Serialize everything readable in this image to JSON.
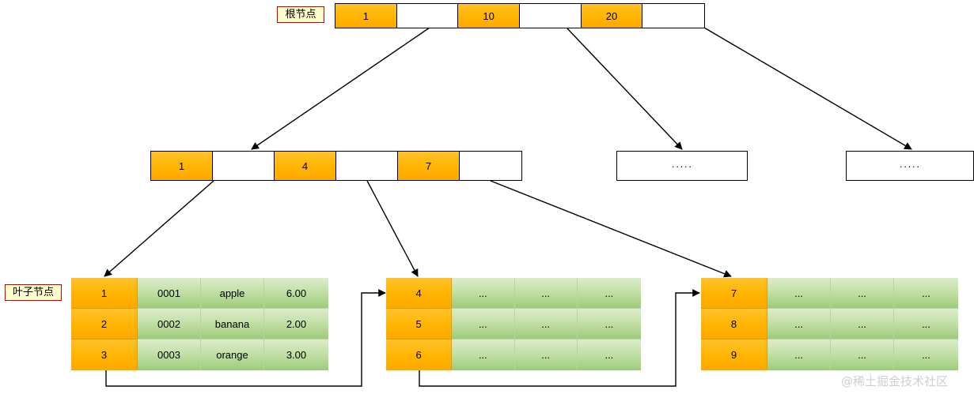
{
  "diagram": {
    "title_labels": {
      "root_label": "根节点",
      "leaf_label": "叶子节点"
    },
    "watermark": "@稀土掘金技术社区",
    "root_node": {
      "cells": [
        {
          "text": "1",
          "type": "key"
        },
        {
          "text": "",
          "type": "ptr"
        },
        {
          "text": "10",
          "type": "key"
        },
        {
          "text": "",
          "type": "ptr"
        },
        {
          "text": "20",
          "type": "key"
        },
        {
          "text": "",
          "type": "ptr"
        }
      ]
    },
    "internal_nodes": [
      {
        "name": "internal-node-1",
        "cells": [
          {
            "text": "1",
            "type": "key"
          },
          {
            "text": "",
            "type": "ptr"
          },
          {
            "text": "4",
            "type": "key"
          },
          {
            "text": "",
            "type": "ptr"
          },
          {
            "text": "7",
            "type": "key"
          },
          {
            "text": "",
            "type": "ptr"
          }
        ]
      }
    ],
    "ellipsis_nodes": [
      {
        "name": "internal-node-2",
        "text": "·····"
      },
      {
        "name": "internal-node-3",
        "text": "·····"
      }
    ],
    "leaf_nodes": [
      {
        "name": "leaf-node-1",
        "rows": [
          [
            "1",
            "0001",
            "apple",
            "6.00"
          ],
          [
            "2",
            "0002",
            "banana",
            "2.00"
          ],
          [
            "3",
            "0003",
            "orange",
            "3.00"
          ]
        ]
      },
      {
        "name": "leaf-node-2",
        "rows": [
          [
            "4",
            "...",
            "...",
            "..."
          ],
          [
            "5",
            "...",
            "...",
            "..."
          ],
          [
            "6",
            "...",
            "...",
            "..."
          ]
        ]
      },
      {
        "name": "leaf-node-3",
        "rows": [
          [
            "7",
            "...",
            "...",
            "..."
          ],
          [
            "8",
            "...",
            "...",
            "..."
          ],
          [
            "9",
            "...",
            "...",
            "..."
          ]
        ]
      }
    ],
    "colors": {
      "key_cell": "#ffb400",
      "data_cell": "#a9d285",
      "node_border": "#000000",
      "label_background": "#ffffcc",
      "label_border": "#cc0000",
      "edge_color": "#000000",
      "watermark_color": "#cfcfcf"
    }
  }
}
